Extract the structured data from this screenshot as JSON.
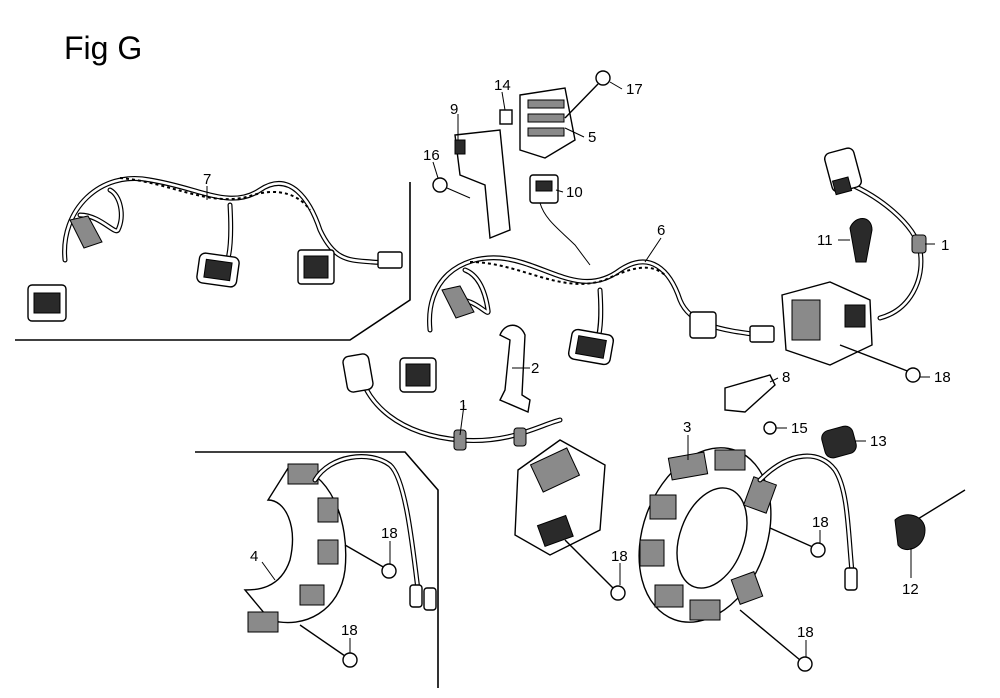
{
  "figure": {
    "title": "Fig G"
  },
  "callouts": [
    {
      "id": "c1a",
      "text": "1"
    },
    {
      "id": "c1b",
      "text": "1"
    },
    {
      "id": "c2",
      "text": "2"
    },
    {
      "id": "c3",
      "text": "3"
    },
    {
      "id": "c4",
      "text": "4"
    },
    {
      "id": "c5",
      "text": "5"
    },
    {
      "id": "c6",
      "text": "6"
    },
    {
      "id": "c7",
      "text": "7"
    },
    {
      "id": "c8",
      "text": "8"
    },
    {
      "id": "c9",
      "text": "9"
    },
    {
      "id": "c10",
      "text": "10"
    },
    {
      "id": "c11",
      "text": "11"
    },
    {
      "id": "c12",
      "text": "12"
    },
    {
      "id": "c13",
      "text": "13"
    },
    {
      "id": "c14",
      "text": "14"
    },
    {
      "id": "c15",
      "text": "15"
    },
    {
      "id": "c16",
      "text": "16"
    },
    {
      "id": "c17",
      "text": "17"
    },
    {
      "id": "c18a",
      "text": "18"
    },
    {
      "id": "c18b",
      "text": "18"
    },
    {
      "id": "c18c",
      "text": "18"
    },
    {
      "id": "c18d",
      "text": "18"
    },
    {
      "id": "c18e",
      "text": "18"
    },
    {
      "id": "c18f",
      "text": "18"
    }
  ]
}
